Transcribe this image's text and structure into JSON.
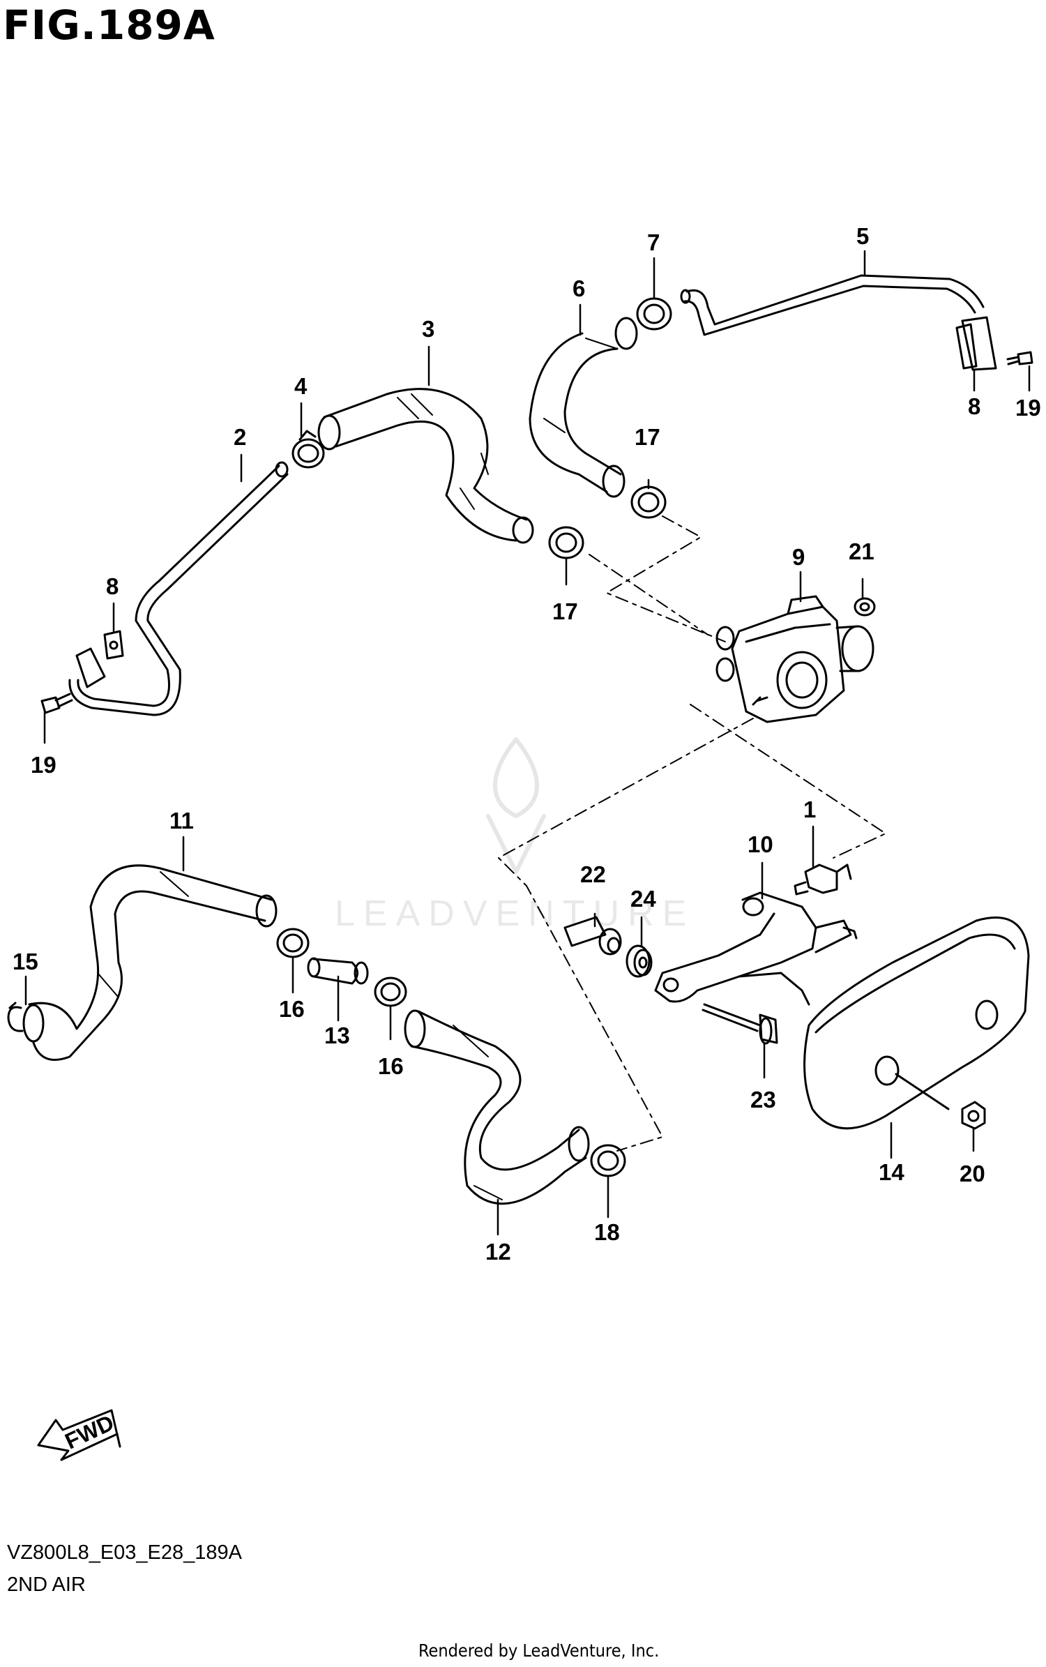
{
  "figure_title": "FIG.189A",
  "model_code": "VZ800L8_E03_E28_189A",
  "section_name": "2ND AIR",
  "rendered_by": "Rendered by LeadVenture, Inc.",
  "watermark": "LEADVENTURE",
  "fwd_label": "FWD",
  "callouts": [
    "1",
    "2",
    "3",
    "4",
    "5",
    "6",
    "7",
    "8",
    "8",
    "9",
    "10",
    "11",
    "12",
    "13",
    "14",
    "15",
    "16",
    "16",
    "17",
    "17",
    "18",
    "19",
    "19",
    "20",
    "21",
    "22",
    "23",
    "24"
  ]
}
